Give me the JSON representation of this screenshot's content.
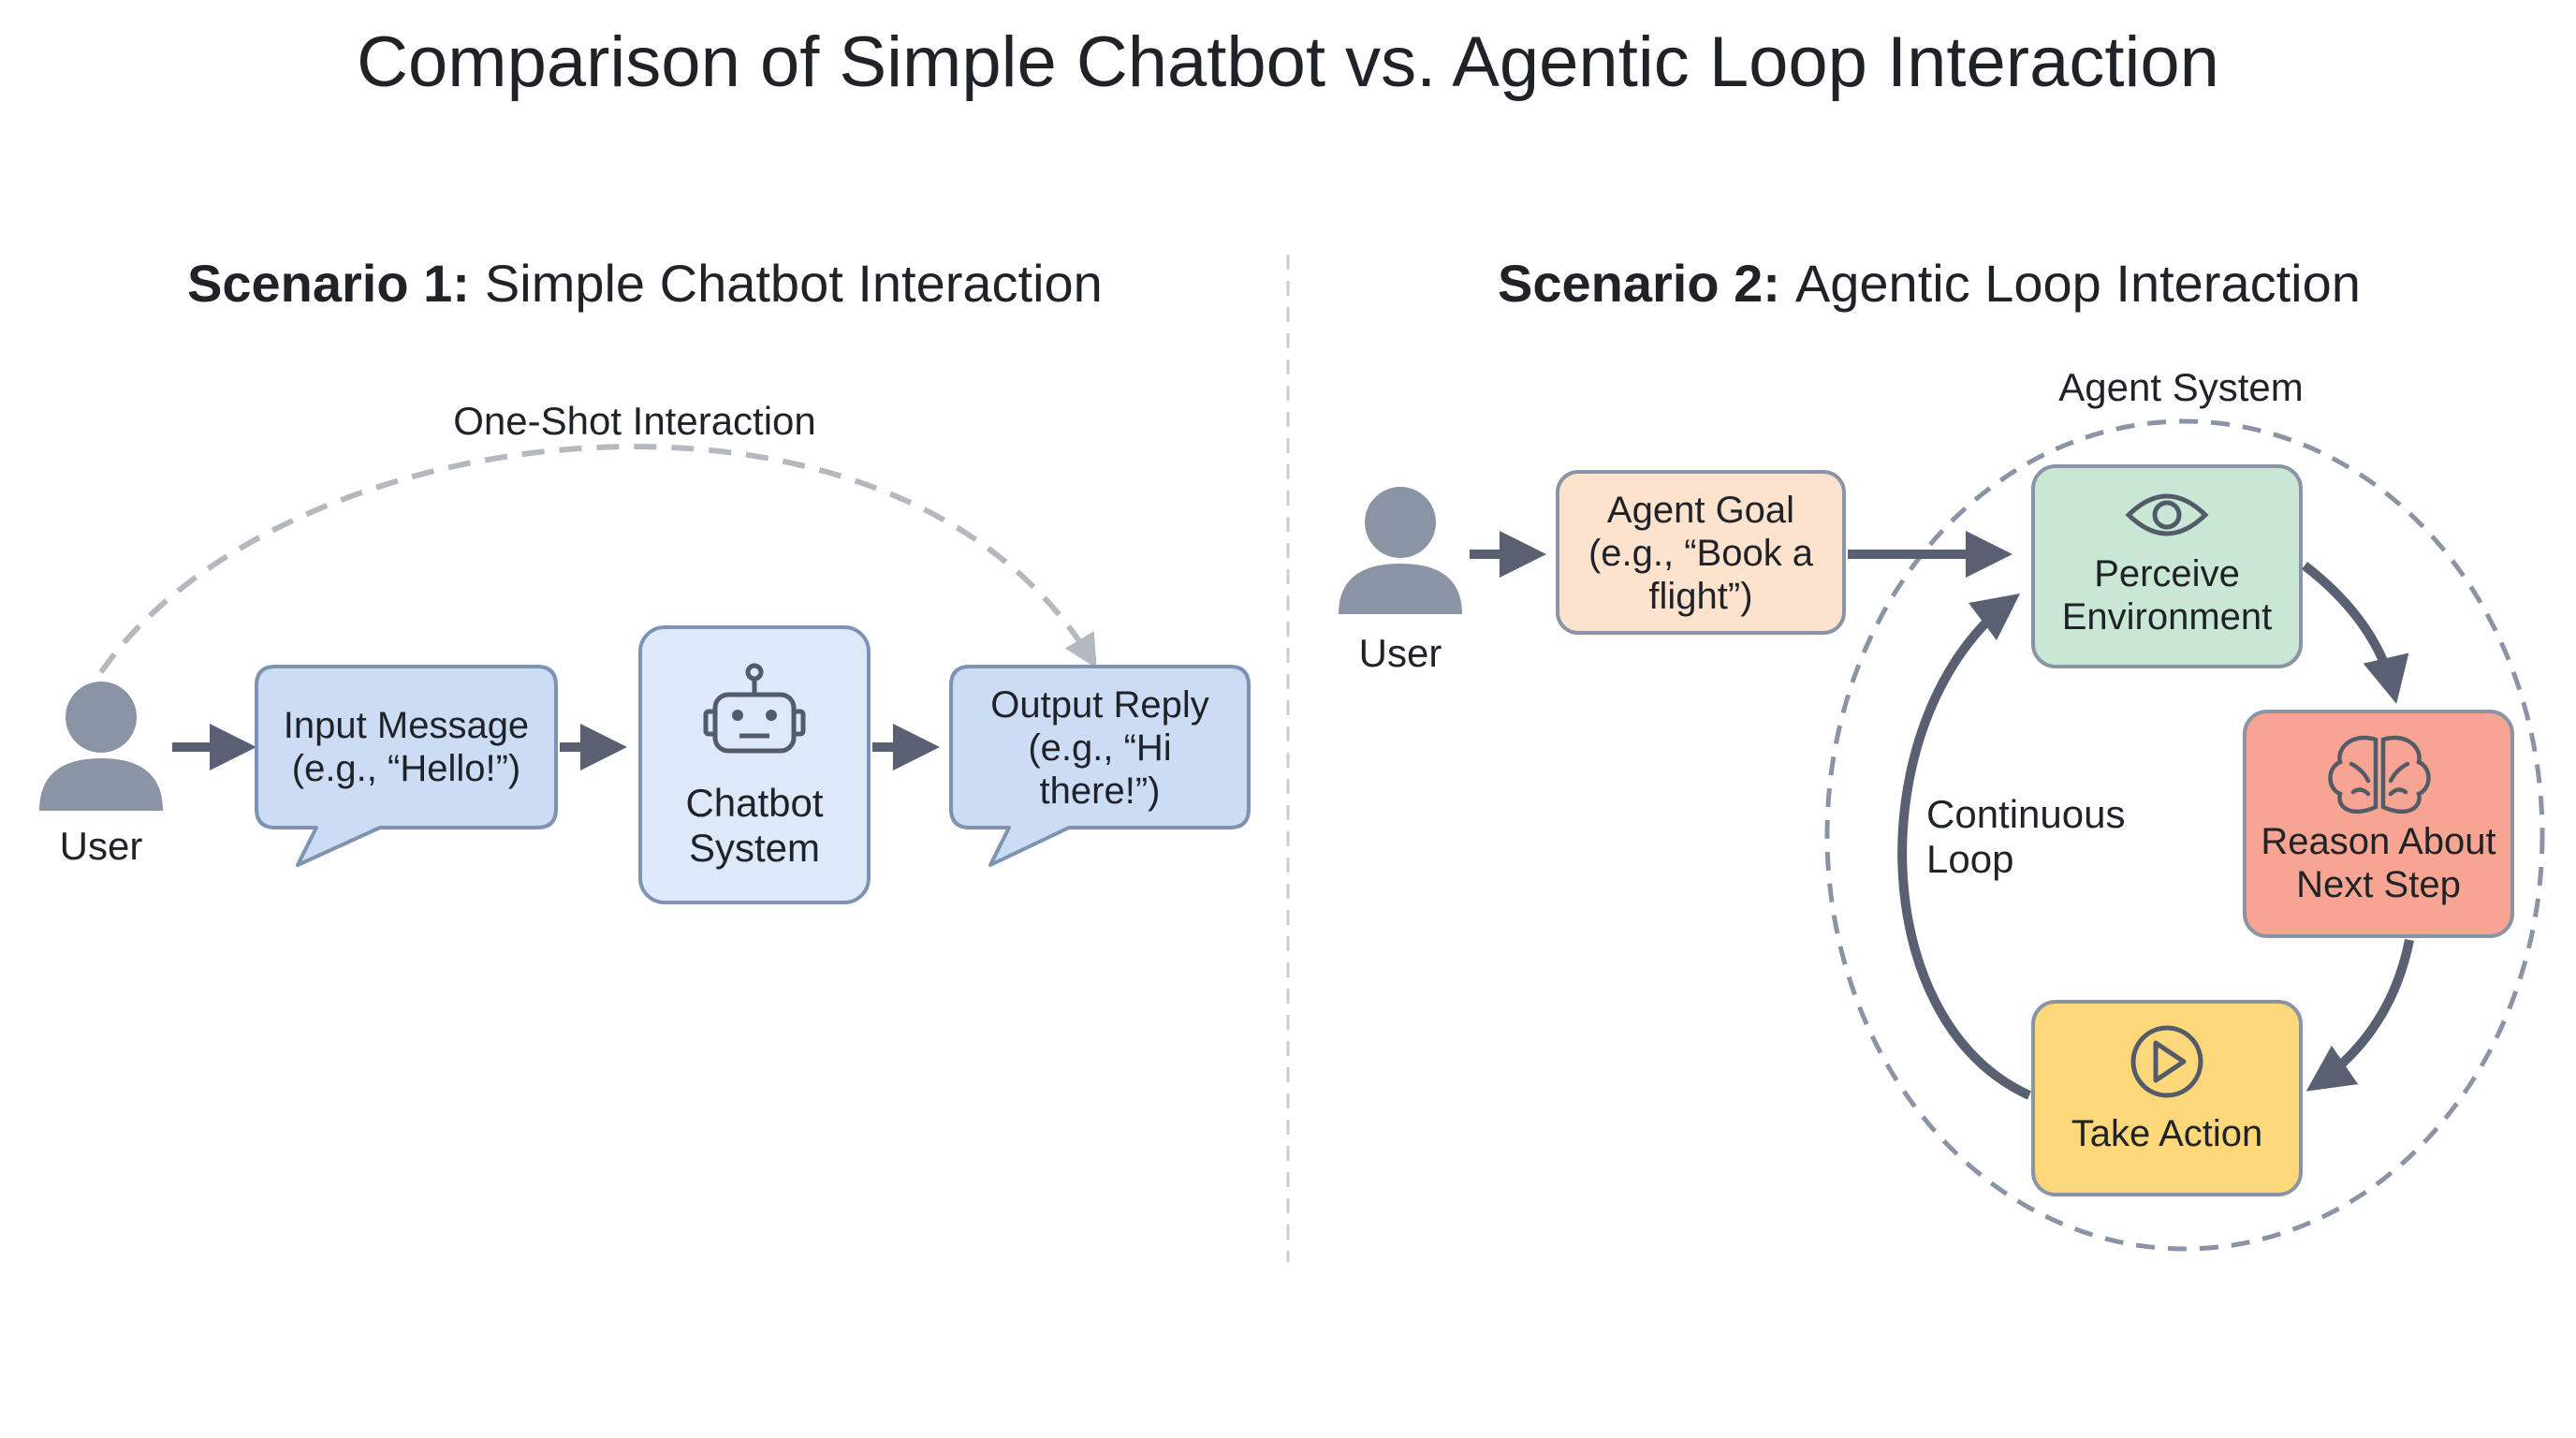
{
  "title": "Comparison of Simple Chatbot vs. Agentic Loop Interaction",
  "scenario1": {
    "heading_bold": "Scenario 1:",
    "heading_rest": "Simple Chatbot Interaction",
    "arc_label": "One-Shot Interaction",
    "user_label": "User",
    "input_line1": "Input Message",
    "input_line2": "(e.g., “Hello!”)",
    "chatbot_line1": "Chatbot",
    "chatbot_line2": "System",
    "output_line1": "Output Reply",
    "output_line2": "(e.g., “Hi",
    "output_line3": "there!”)"
  },
  "scenario2": {
    "heading_bold": "Scenario 2:",
    "heading_rest": "Agentic Loop Interaction",
    "system_label": "Agent System",
    "user_label": "User",
    "goal_line1": "Agent Goal",
    "goal_line2": "(e.g., “Book a",
    "goal_line3": "flight”)",
    "perceive_line1": "Perceive",
    "perceive_line2": "Environment",
    "reason_line1": "Reason About",
    "reason_line2": "Next Step",
    "action_label": "Take Action",
    "loop_line1": "Continuous",
    "loop_line2": "Loop"
  },
  "colors": {
    "blue_fill": "#ccdcf5",
    "blue_stroke": "#7e92b2",
    "goal_fill": "#fde3cd",
    "perceive_fill": "#c8e7d5",
    "reason_fill": "#f7a493",
    "action_fill": "#fcd87a",
    "icon_gray": "#8a94a5",
    "arrow_dark": "#596071",
    "arrow_light": "#b8bcc3"
  },
  "icons": {
    "user": "user-icon",
    "chatbot": "robot-icon",
    "perceive": "eye-icon",
    "reason": "brain-icon",
    "action": "play-icon"
  }
}
